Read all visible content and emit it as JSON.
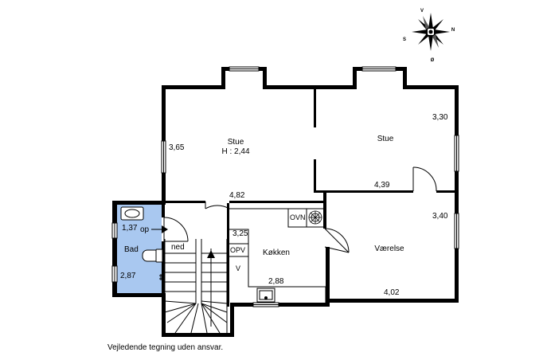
{
  "compass": {
    "n": "N",
    "s": "S",
    "v": "V",
    "o": "Ø"
  },
  "rooms": {
    "stue1": {
      "name": "Stue",
      "height": "H : 2,44",
      "dim_left": "3,65",
      "dim_bottom": "4,82"
    },
    "stue2": {
      "name": "Stue",
      "dim_right": "3,30",
      "dim_bottom": "4,39"
    },
    "kokken": {
      "name": "Køkken",
      "dim_top": "3,25",
      "dim_bottom": "2,88",
      "opv": "OPV",
      "v": "V",
      "ovn": "OVN"
    },
    "vaerelse": {
      "name": "Værelse",
      "dim_right": "3,40",
      "dim_bottom": "4,02"
    },
    "bad": {
      "name": "Bad",
      "dim_top": "1,37",
      "dim_bottom": "2,87",
      "bath_color": "#a9c8f0"
    },
    "stairs": {
      "up": "op",
      "down": "ned"
    }
  },
  "disclaimer": "Vejledende tegning uden ansvar."
}
